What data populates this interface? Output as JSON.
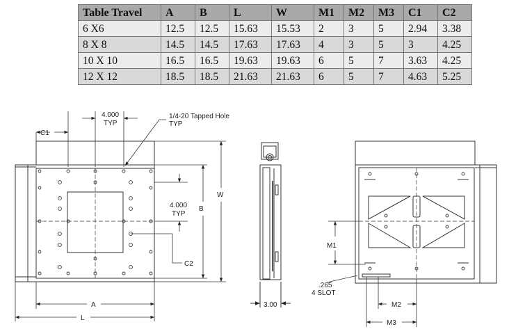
{
  "table": {
    "headers": [
      "Table Travel",
      "A",
      "B",
      "L",
      "W",
      "M1",
      "M2",
      "M3",
      "C1",
      "C2"
    ],
    "rows": [
      [
        "6 X6",
        "12.5",
        "12.5",
        "15.63",
        "15.53",
        "2",
        "3",
        "5",
        "2.94",
        "3.38"
      ],
      [
        "8 X 8",
        "14.5",
        "14.5",
        "17.63",
        "17.63",
        "4",
        "3",
        "5",
        "3",
        "4.25"
      ],
      [
        "10 X 10",
        "16.5",
        "16.5",
        "19.63",
        "19.63",
        "6",
        "5",
        "7",
        "3.63",
        "4.25"
      ],
      [
        "12 X 12",
        "18.5",
        "18.5",
        "21.63",
        "21.63",
        "6",
        "5",
        "7",
        "4.63",
        "5.25"
      ]
    ]
  },
  "labels": {
    "typ_spacing_top": "4.000",
    "typ_top": "TYP",
    "tapped_hole": "1/4-20 Tapped Hole",
    "tapped_typ": "TYP",
    "c1": "C1",
    "typ_spacing_mid": "4.000",
    "typ_mid": "TYP",
    "c2": "C2",
    "b": "B",
    "w": "W",
    "a": "A",
    "l": "L",
    "height": "3.00",
    "m1": "M1",
    "slot_size": ".265",
    "slot_desc": "4 SLOT",
    "m2": "M2",
    "m3": "M3"
  }
}
